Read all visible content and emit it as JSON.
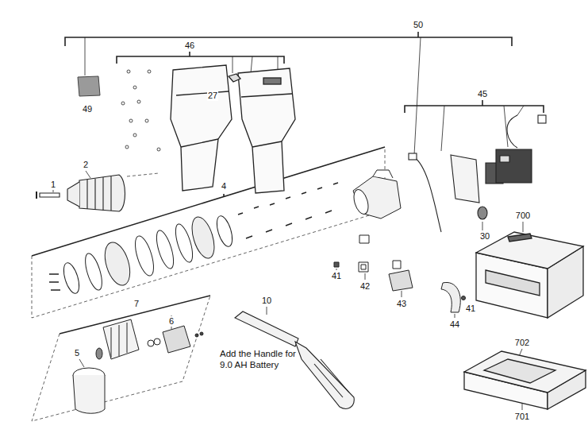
{
  "diagram": {
    "labels": [
      "50",
      "46",
      "49",
      "27",
      "45",
      "2",
      "1",
      "4",
      "30",
      "700",
      "41",
      "42",
      "43",
      "44",
      "41",
      "7",
      "6",
      "10",
      "5",
      "Add the Handle for 9.0 AH Battery",
      "702",
      "701"
    ]
  }
}
